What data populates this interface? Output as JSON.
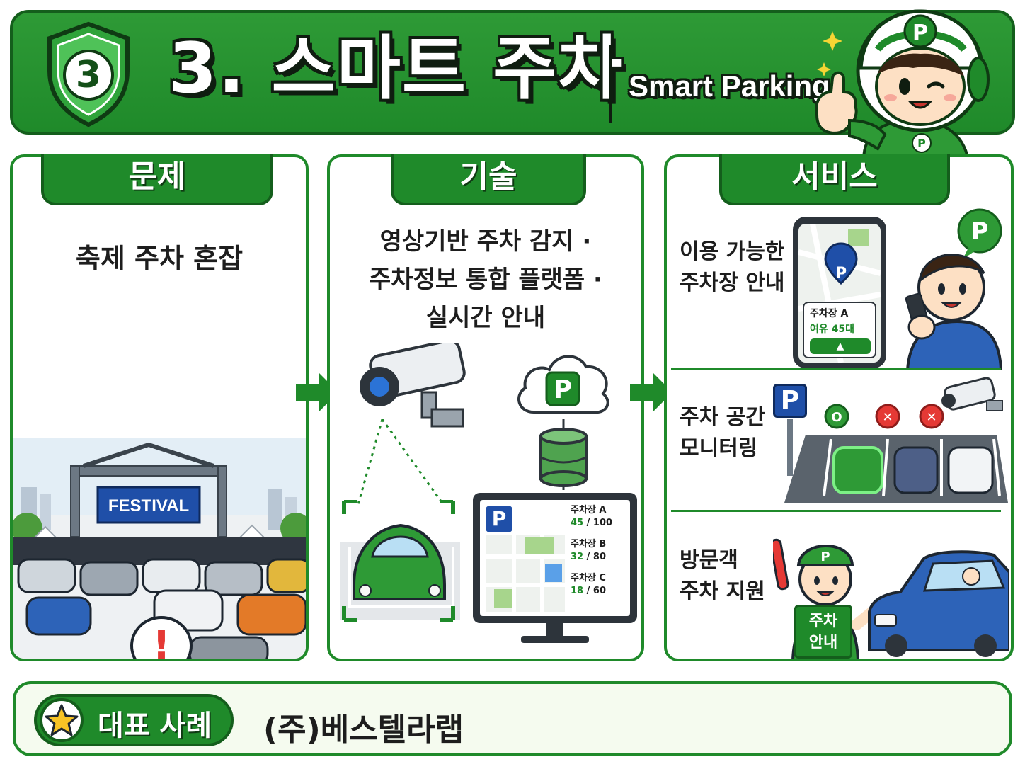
{
  "header": {
    "badge_number": "3",
    "title": "3. 스마트 주차",
    "subtitle": "Smart Parking",
    "mascot_helmet_letter": "P"
  },
  "panels": [
    {
      "tab": "문제",
      "title": "축제 주차 혼잡",
      "illustration": {
        "banner": "FESTIVAL",
        "alert_mark": "!"
      }
    },
    {
      "tab": "기술",
      "title_lines": [
        "영상기반 주차 감지 ·",
        "주차정보 통합 플랫폼 ·",
        "실시간 안내"
      ],
      "illustration": {
        "cloud_letter": "P",
        "monitor_letter": "P",
        "lots": [
          {
            "name": "주차장 A",
            "available": "45",
            "total": "/ 100"
          },
          {
            "name": "주차장 B",
            "available": "32",
            "total": "/ 80"
          },
          {
            "name": "주차장 C",
            "available": "18",
            "total": "/ 60"
          }
        ]
      }
    },
    {
      "tab": "서비스",
      "items": [
        {
          "text": "이용 가능한\n주차장 안내",
          "phone_pin": "P",
          "bubble": "P",
          "card_title": "주차장 A",
          "card_value": "여유 45대"
        },
        {
          "text": "주차 공간\n모니터링",
          "sign": "P",
          "status_marks": [
            "O",
            "✕",
            "✕"
          ]
        },
        {
          "text": "방문객\n주차 지원",
          "cap_letter": "P",
          "guide_sign": "주차\n안내"
        }
      ]
    }
  ],
  "footer": {
    "label": "대표 사례",
    "company": "(주)베스텔라랩"
  },
  "colors": {
    "primary_green": "#1f8a2a",
    "dark_green": "#145e1c",
    "accent_green": "#2e9a36",
    "light_green_bg": "#f5fbef",
    "star_yellow": "#f7c325",
    "alert_red": "#e53935",
    "sign_blue": "#1f4fa8"
  }
}
